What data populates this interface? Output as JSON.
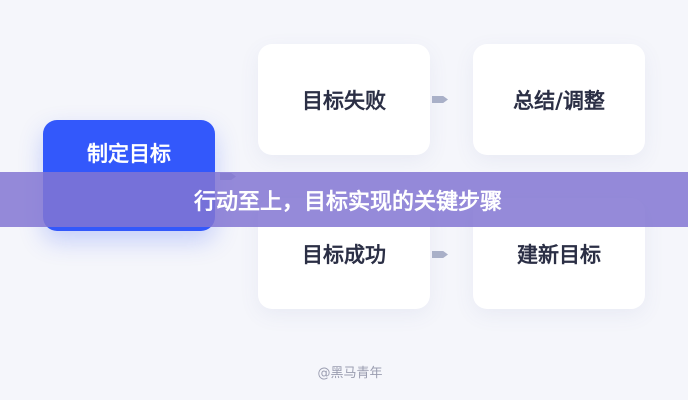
{
  "nodes": {
    "start": "制定目标",
    "fail": "目标失败",
    "adjust": "总结/调整",
    "success": "目标成功",
    "new_goal": "建新目标"
  },
  "banner": "行动至上，目标实现的关键步骤",
  "watermark": "@黑马青年",
  "colors": {
    "accent": "#3358fb",
    "banner": "#8276d2"
  }
}
